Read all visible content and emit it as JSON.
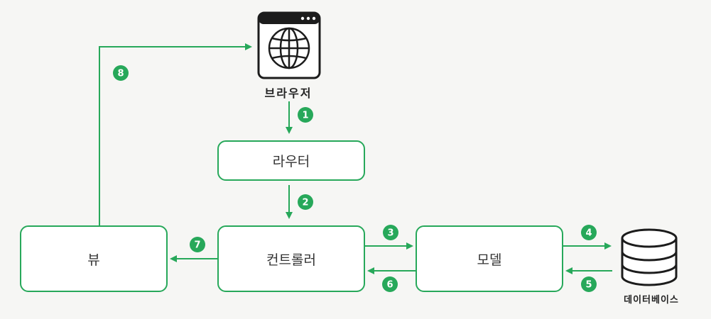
{
  "nodes": {
    "browser": "브라우저",
    "router": "라우터",
    "view": "뷰",
    "controller": "컨트롤러",
    "model": "모델",
    "database": "데이터베이스"
  },
  "steps": [
    "1",
    "2",
    "3",
    "4",
    "5",
    "6",
    "7",
    "8"
  ],
  "colors": {
    "accent": "#27a85a",
    "box_border": "#27a85a",
    "text": "#333333"
  },
  "icons": {
    "browser": "browser-globe-icon",
    "database": "database-cylinder-icon"
  }
}
